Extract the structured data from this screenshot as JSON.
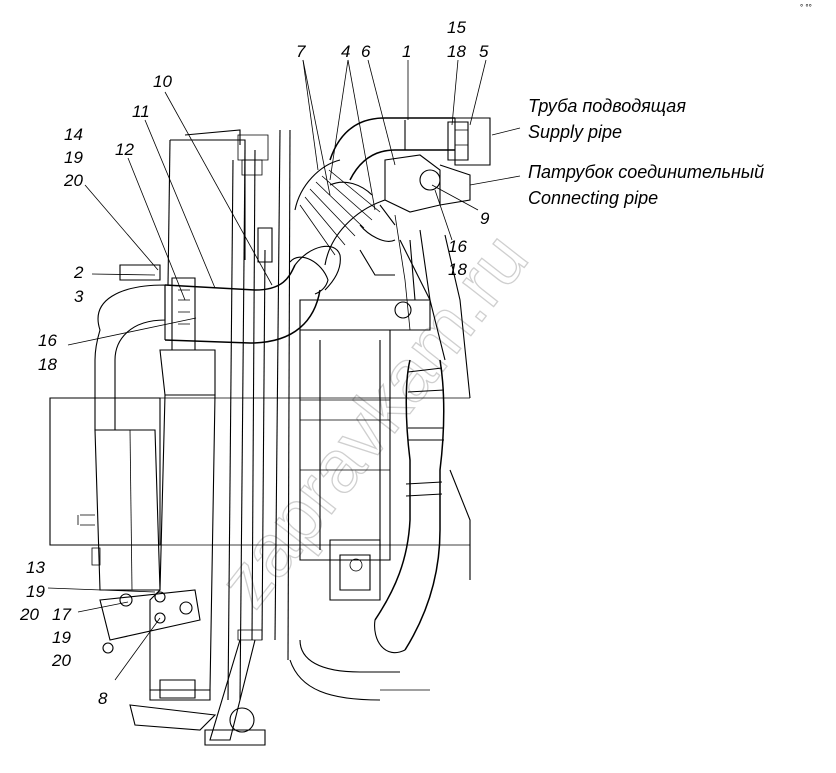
{
  "diagram": {
    "watermark": "zapravkam.ru",
    "corner_mark": "° °°",
    "captions": {
      "supply_ru": "Труба подводящая",
      "supply_en": "Supply pipe",
      "connecting_ru": "Патрубок соединительный",
      "connecting_en": "Connecting pipe"
    },
    "callouts": [
      {
        "id": "c1",
        "text": "1"
      },
      {
        "id": "c4",
        "text": "4"
      },
      {
        "id": "c5",
        "text": "5"
      },
      {
        "id": "c6",
        "text": "6"
      },
      {
        "id": "c7",
        "text": "7"
      },
      {
        "id": "c15",
        "text": "15"
      },
      {
        "id": "c18a",
        "text": "18"
      },
      {
        "id": "c9",
        "text": "9"
      },
      {
        "id": "c16a",
        "text": "16"
      },
      {
        "id": "c18b",
        "text": "18"
      },
      {
        "id": "c10",
        "text": "10"
      },
      {
        "id": "c11",
        "text": "11"
      },
      {
        "id": "c12",
        "text": "12"
      },
      {
        "id": "c14",
        "text": "14"
      },
      {
        "id": "c19a",
        "text": "19"
      },
      {
        "id": "c20a",
        "text": "20"
      },
      {
        "id": "c2",
        "text": "2"
      },
      {
        "id": "c3",
        "text": "3"
      },
      {
        "id": "c16b",
        "text": "16"
      },
      {
        "id": "c18c",
        "text": "18"
      },
      {
        "id": "c13",
        "text": "13"
      },
      {
        "id": "c19b",
        "text": "19"
      },
      {
        "id": "c20b",
        "text": "20"
      },
      {
        "id": "c17",
        "text": "17"
      },
      {
        "id": "c19c",
        "text": "19"
      },
      {
        "id": "c20c",
        "text": "20"
      },
      {
        "id": "c8",
        "text": "8"
      }
    ]
  }
}
